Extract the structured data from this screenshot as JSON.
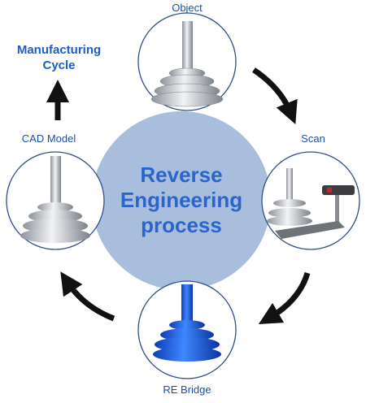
{
  "center": {
    "title_line1": "Reverse",
    "title_line2": "Engineering",
    "title_line3": "process",
    "fill": "#a9bedc"
  },
  "nodes": {
    "object": "Object",
    "scan": "Scan",
    "re_bridge": "RE Bridge",
    "cad_model": "CAD Model"
  },
  "side": {
    "line1": "Manufacturing",
    "line2": "Cycle"
  },
  "colors": {
    "label": "#1a4fb0",
    "arrow": "#111111",
    "circle_border": "#2f4f8a",
    "metal": "#c9ccd1",
    "blue_part": "#1f5fe0"
  }
}
